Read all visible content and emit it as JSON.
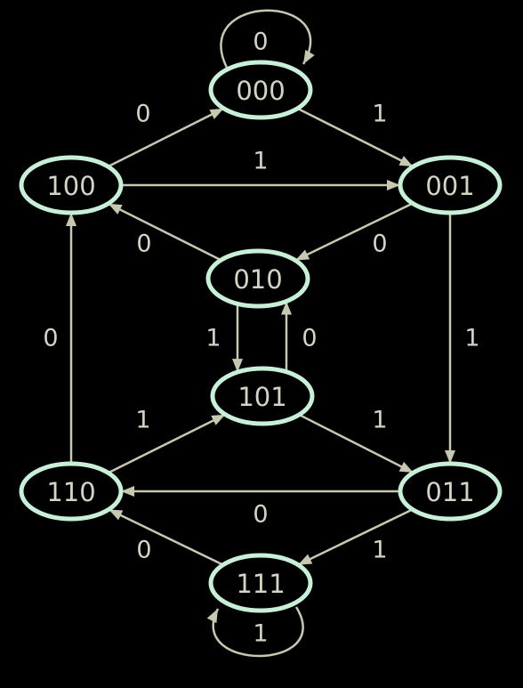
{
  "colors": {
    "background": "#000000",
    "node_outline": "#c8f0d8",
    "edge": "#c8c8b0",
    "text": "#d4d4c4"
  },
  "nodes": [
    {
      "id": "000",
      "label": "000"
    },
    {
      "id": "100",
      "label": "100"
    },
    {
      "id": "001",
      "label": "001"
    },
    {
      "id": "010",
      "label": "010"
    },
    {
      "id": "101",
      "label": "101"
    },
    {
      "id": "110",
      "label": "110"
    },
    {
      "id": "011",
      "label": "011"
    },
    {
      "id": "111",
      "label": "111"
    }
  ],
  "edges": [
    {
      "from": "000",
      "to": "000",
      "label": "0"
    },
    {
      "from": "100",
      "to": "000",
      "label": "0"
    },
    {
      "from": "000",
      "to": "001",
      "label": "1"
    },
    {
      "from": "100",
      "to": "001",
      "label": "1"
    },
    {
      "from": "010",
      "to": "100",
      "label": "0"
    },
    {
      "from": "001",
      "to": "010",
      "label": "0"
    },
    {
      "from": "010",
      "to": "101",
      "label": "1"
    },
    {
      "from": "101",
      "to": "010",
      "label": "0"
    },
    {
      "from": "110",
      "to": "100",
      "label": "0"
    },
    {
      "from": "001",
      "to": "011",
      "label": "1"
    },
    {
      "from": "110",
      "to": "101",
      "label": "1"
    },
    {
      "from": "101",
      "to": "011",
      "label": "1"
    },
    {
      "from": "011",
      "to": "110",
      "label": "0"
    },
    {
      "from": "011",
      "to": "111",
      "label": "1"
    },
    {
      "from": "111",
      "to": "110",
      "label": "0"
    },
    {
      "from": "111",
      "to": "111",
      "label": "1"
    }
  ]
}
